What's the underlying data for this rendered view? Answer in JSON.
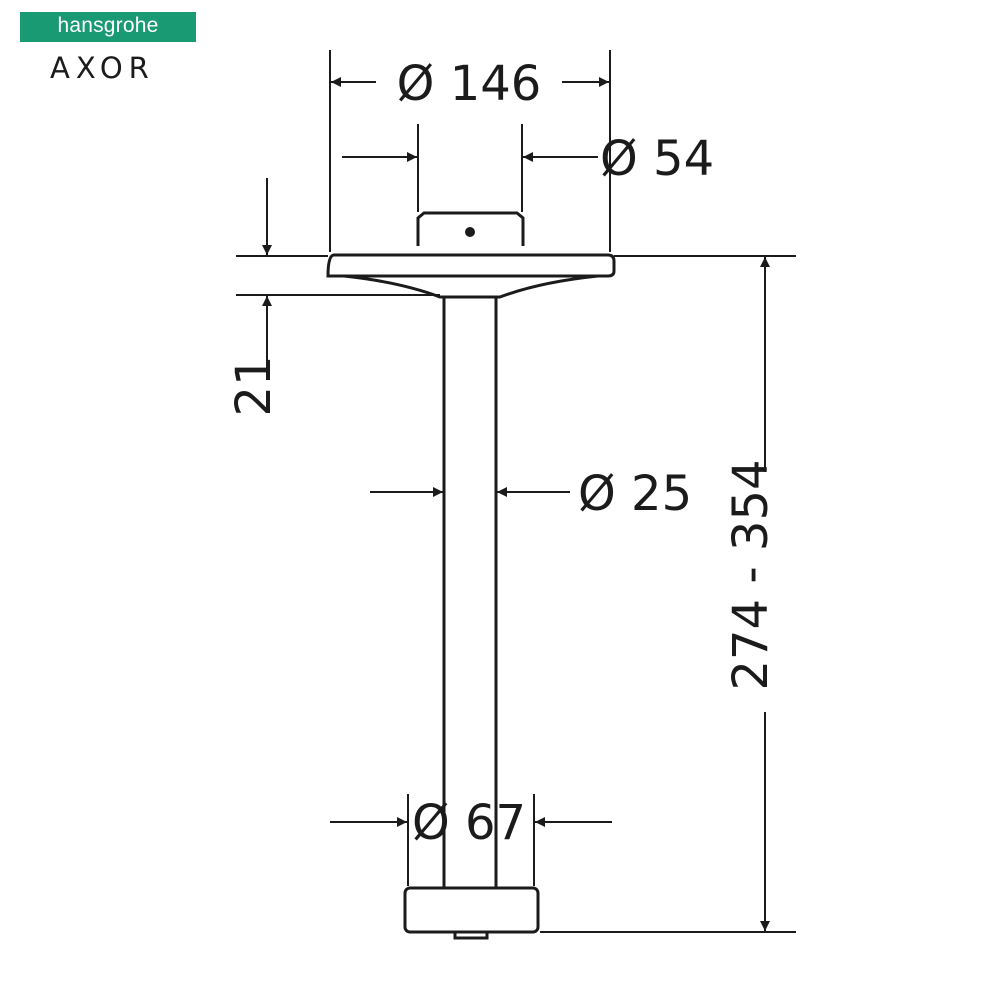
{
  "brand": {
    "badge_text": "hansgrohe",
    "name": "AXOR",
    "badge_color": "#1a9a73"
  },
  "dimensions": {
    "top_diameter": "Ø 146",
    "connector_diameter": "Ø 54",
    "plate_thickness": "21",
    "pipe_diameter": "Ø 25",
    "bottom_diameter": "Ø 67",
    "total_length": "274 - 354"
  },
  "line_color": "#1b1b1b"
}
